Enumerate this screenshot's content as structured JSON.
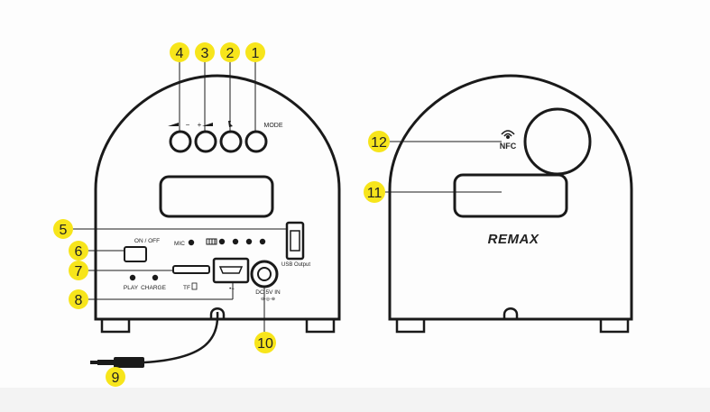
{
  "colors": {
    "callout_fill": "#f7e51b",
    "stroke": "#1a1a1a",
    "background": "#fdfdfd",
    "floor": "#f3f3f3"
  },
  "callouts": [
    "1",
    "2",
    "3",
    "4",
    "5",
    "6",
    "7",
    "8",
    "9",
    "10",
    "11",
    "12"
  ],
  "front_panel": {
    "mode_label": "MODE",
    "vol_down_label": "−",
    "vol_up_label": "+",
    "phone_icon": "phone-icon",
    "on_off_label": "ON / OFF",
    "mic_label": "MIC",
    "usb_output_label": "USB Output",
    "play_label": "PLAY",
    "charge_label": "CHARGE",
    "tf_label": "TF",
    "dc_label": "DC 5V IN"
  },
  "back_panel": {
    "nfc_label": "NFC",
    "brand": "REMAX"
  }
}
